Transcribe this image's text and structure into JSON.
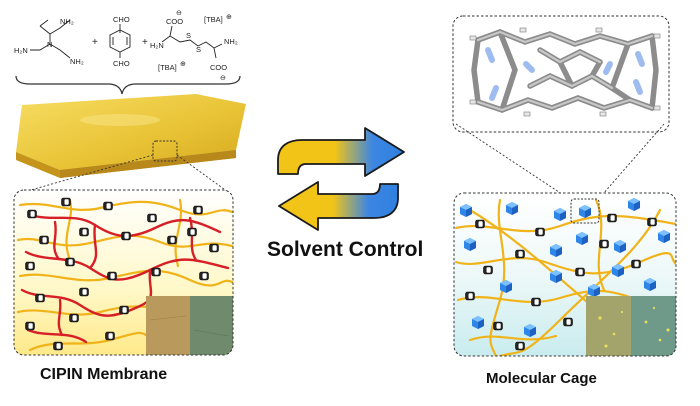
{
  "labels": {
    "left": "CIPIN Membrane",
    "right": "Molecular Cage",
    "center": "Solvent Control"
  },
  "reagents": {
    "cho": "CHO",
    "nh2": "NH₂",
    "h2n": "H₂N",
    "coo": "COO",
    "tba": "[TBA]",
    "plus": "+"
  },
  "colors": {
    "membrane": "#e8c234",
    "arrow_yellow": "#f2c417",
    "arrow_blue": "#2f7fe0",
    "red_chain": "#d61f26",
    "yellow_chain": "#f0b31a",
    "cube_blue": "#2d86e8",
    "cage_grey": "#8c8c8c",
    "cage_n": "#a8c2f0"
  }
}
